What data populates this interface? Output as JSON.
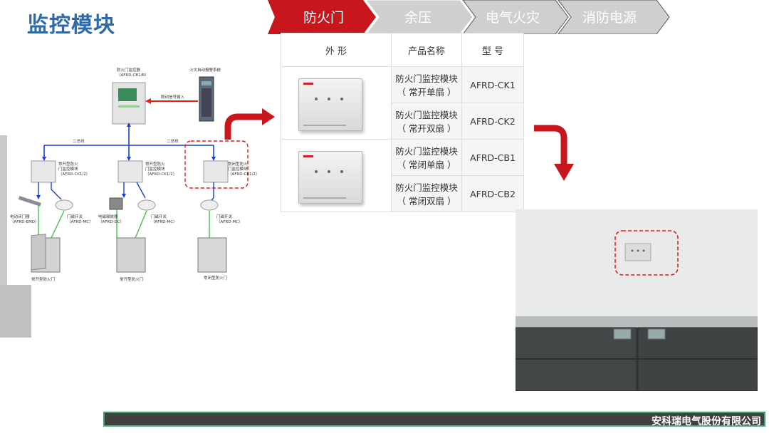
{
  "title": "监控模块",
  "nav": {
    "tabs": [
      {
        "label": "防火门",
        "active": true
      },
      {
        "label": "余压",
        "active": false
      },
      {
        "label": "电气火灾",
        "active": false
      },
      {
        "label": "消防电源",
        "active": false
      }
    ],
    "active_color": "#c8161d",
    "inactive_color": "#c8c8c8"
  },
  "table": {
    "headers": [
      "外 形",
      "产品名称",
      "型 号"
    ],
    "rows": [
      {
        "name_line1": "防火门监控模块",
        "name_line2": "（ 常开单扇 ）",
        "model": "AFRD-CK1"
      },
      {
        "name_line1": "防火门监控模块",
        "name_line2": "（ 常开双扇 ）",
        "model": "AFRD-CK2"
      },
      {
        "name_line1": "防火门监控模块",
        "name_line2": "（ 常闭单扇 ）",
        "model": "AFRD-CB1"
      },
      {
        "name_line1": "防火门监控模块",
        "name_line2": "（ 常闭双扇 ）",
        "model": "AFRD-CB2"
      }
    ]
  },
  "diagram": {
    "controller_label": "防火门监控器",
    "controller_model": "（AFRD-CB1/B）",
    "fire_system_label": "火灾自动报警系统",
    "linkage_label": "联动信号输入",
    "bus_left": "二总线",
    "bus_right": "二总线",
    "module_a_label": "常开型防火\n门监控模块\n（AFRD-CK1/2）",
    "module_b_label": "常开型防火\n门监控模块\n（AFRD-CK1/2）",
    "module_c_label": "常闭型防火\n门监控模块\n（AFRD-CB1/2）",
    "holder_label": "电动闭门器\n（AFRD-EMD）",
    "switch_a_label": "门磁开关\n（AFRD-MC）",
    "releaser_label": "电磁释放器\n（AFRD-DC）",
    "switch_b_label": "门磁开关\n（AFRD-MC）",
    "switch_c_label": "门磁开关\n（AFRD-MC）",
    "door_a_label": "常开型防火门",
    "door_b_label": "常开型防火门",
    "door_c_label": "常闭型防火门"
  },
  "footer": {
    "company": "安科瑞电气股份有限公司"
  }
}
